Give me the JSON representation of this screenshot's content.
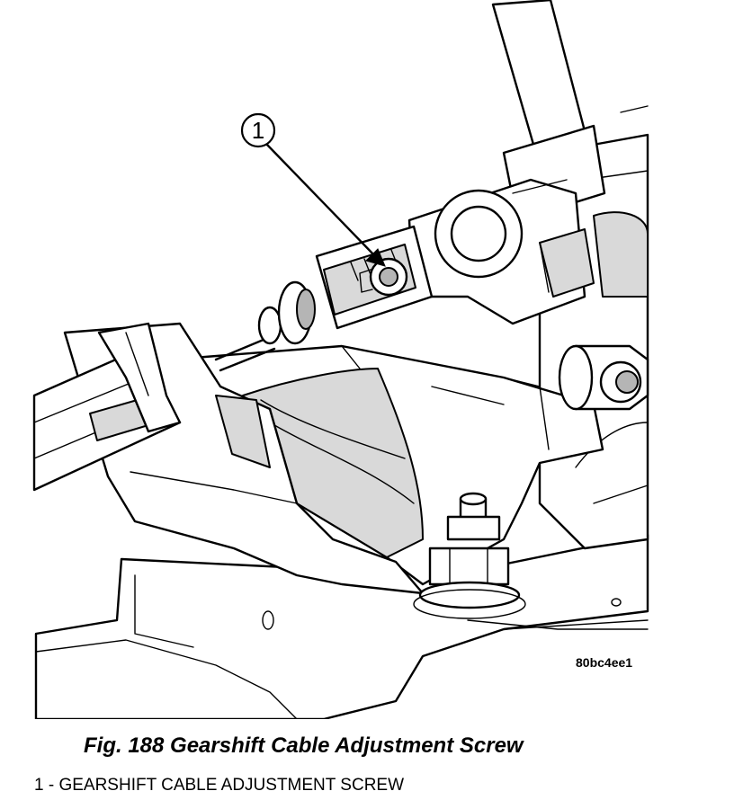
{
  "figure": {
    "callout_number": "1",
    "figure_id": "80bc4ee1"
  },
  "caption": "Fig. 188 Gearshift Cable Adjustment Screw",
  "legend": [
    {
      "text": "1 - GEARSHIFT CABLE ADJUSTMENT SCREW"
    }
  ]
}
